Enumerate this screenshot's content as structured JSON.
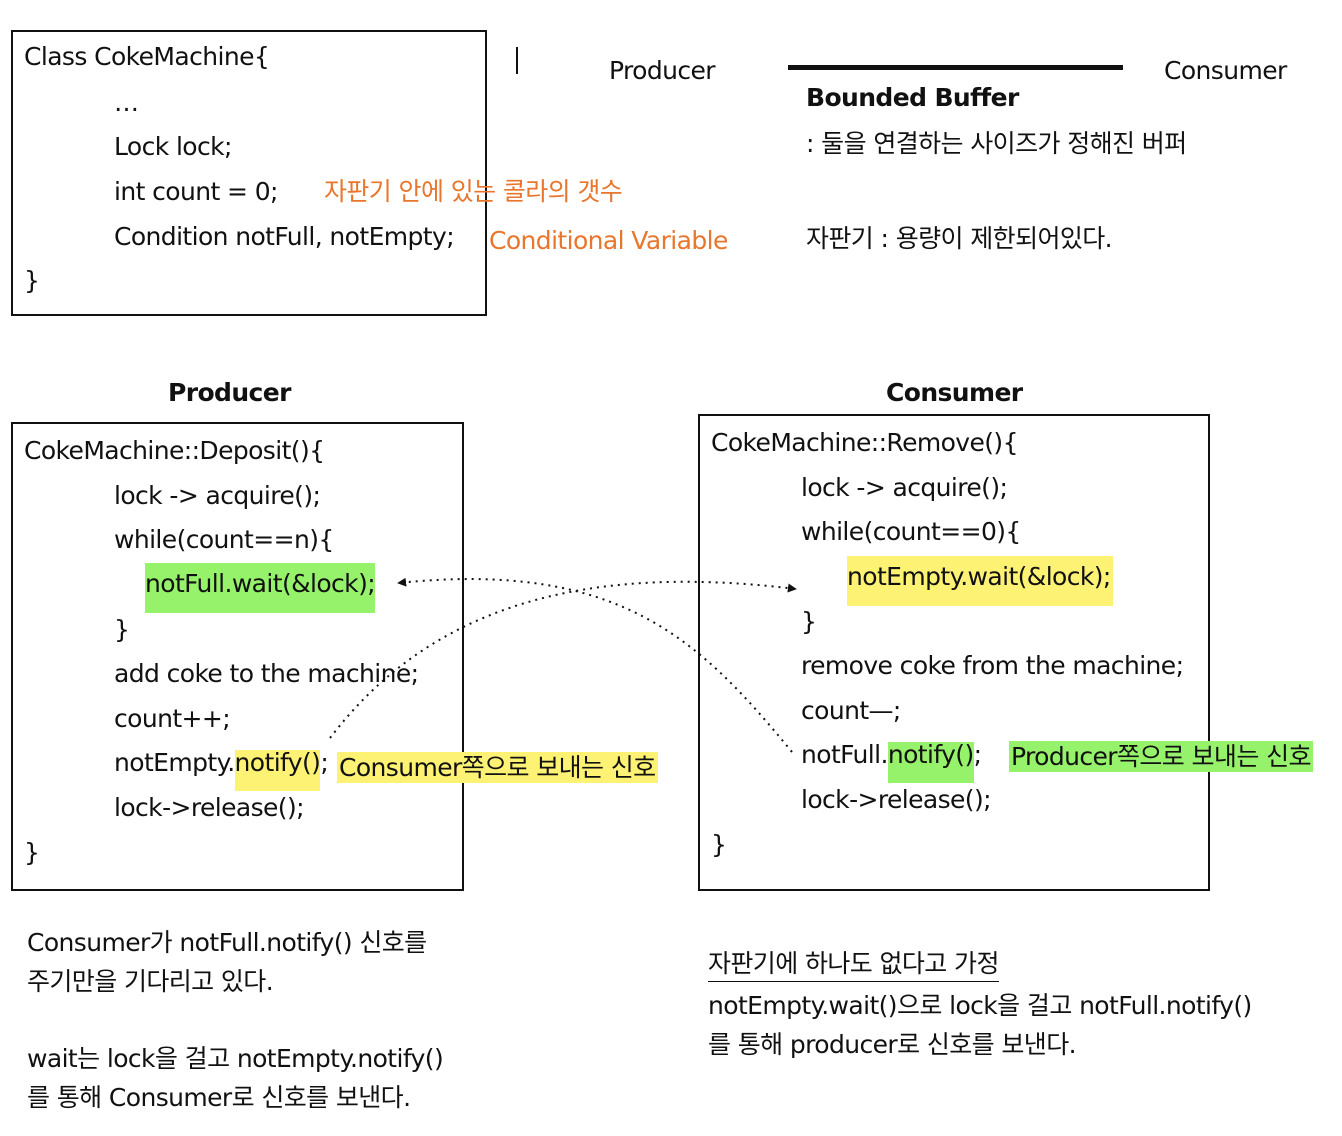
{
  "class_box": {
    "line1": "Class CokeMachine{",
    "line2": "…",
    "line3": "Lock lock;",
    "line4": "int count = 0;",
    "line5": "Condition notFull, notEmpty;",
    "line6": "}"
  },
  "annotations_top": {
    "count_note": "자판기 안에 있는 콜라의 갯수",
    "cond_note": "Conditional Variable"
  },
  "header": {
    "producer": "Producer",
    "consumer": "Consumer",
    "buffer_title": "Bounded Buffer",
    "buffer_desc": ": 둘을 연결하는 사이즈가 정해진 버퍼",
    "machine_desc": "자판기 : 용량이 제한되어있다."
  },
  "producer": {
    "title": "Producer",
    "l1": "CokeMachine::Deposit(){",
    "l2": "lock -> acquire();",
    "l3": "while(count==n){",
    "l4": "notFull.wait(&lock);",
    "l5": "}",
    "l6": "add coke to the machine;",
    "l7": "count++;",
    "l8a": "notEmpty.",
    "l8b": "notify()",
    "l8c": ";",
    "l9": "lock->release();",
    "l10": "}",
    "signal": "Consumer쪽으로 보내는 신호"
  },
  "consumer": {
    "title": "Consumer",
    "l1": "CokeMachine::Remove(){",
    "l2": "lock -> acquire();",
    "l3": "while(count==0){",
    "l4": "notEmpty.wait(&lock);",
    "l5": "}",
    "l6": "remove coke from the machine;",
    "l7": "count—;",
    "l8a": "notFull.",
    "l8b": "notify()",
    "l8c": ";",
    "l9": "lock->release();",
    "l10": "}",
    "signal": "Producer쪽으로 보내는 신호"
  },
  "notes_left": {
    "p1l1": "Consumer가 notFull.notify() 신호를",
    "p1l2": "주기만을 기다리고 있다.",
    "p2l1": "wait는 lock을 걸고 notEmpty.notify()",
    "p2l2": "를 통해 Consumer로 신호를 보낸다."
  },
  "notes_right": {
    "heading": "자판기에 하나도 없다고 가정",
    "l1": "notEmpty.wait()으로 lock을 걸고 notFull.notify()",
    "l2": "를 통해 producer로 신호를 보낸다."
  },
  "colors": {
    "orange": "#e8762d",
    "yellow_highlight": "#fdf273",
    "green_highlight": "#96f26a"
  }
}
